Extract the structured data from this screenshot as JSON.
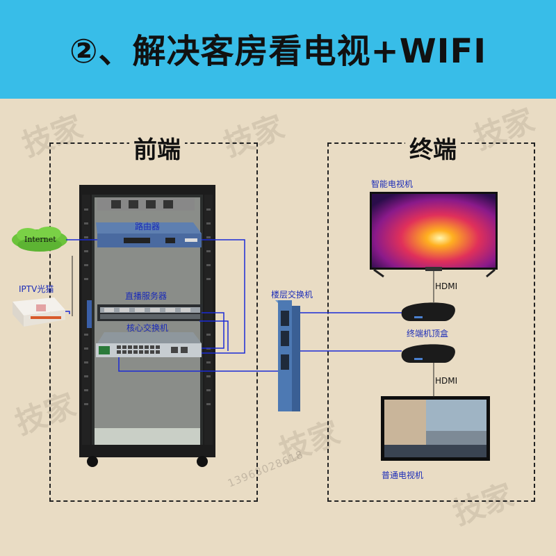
{
  "header": {
    "title": "②、解决客房看电视+WIFI"
  },
  "front_end": {
    "title": "前端",
    "internet_label": "Internet",
    "router_label": "路由器",
    "iptv_label": "IPTV光猫",
    "server_label": "直播服务器",
    "core_switch_label": "核心交换机"
  },
  "terminal": {
    "title": "终端",
    "smart_tv_label": "智能电视机",
    "hdmi_top": "HDMI",
    "stb_label": "终端机顶盒",
    "hdmi_bottom": "HDMI",
    "regular_tv_label": "普通电视机"
  },
  "floor_switch_label": "楼层交换机",
  "watermark": {
    "logo_text": "技家",
    "phone": "13968028618"
  },
  "colors": {
    "header_bg": "#38bde8",
    "page_bg": "#e9dcc4",
    "cable": "#1a2bd6",
    "label": "#1a2bb8"
  }
}
